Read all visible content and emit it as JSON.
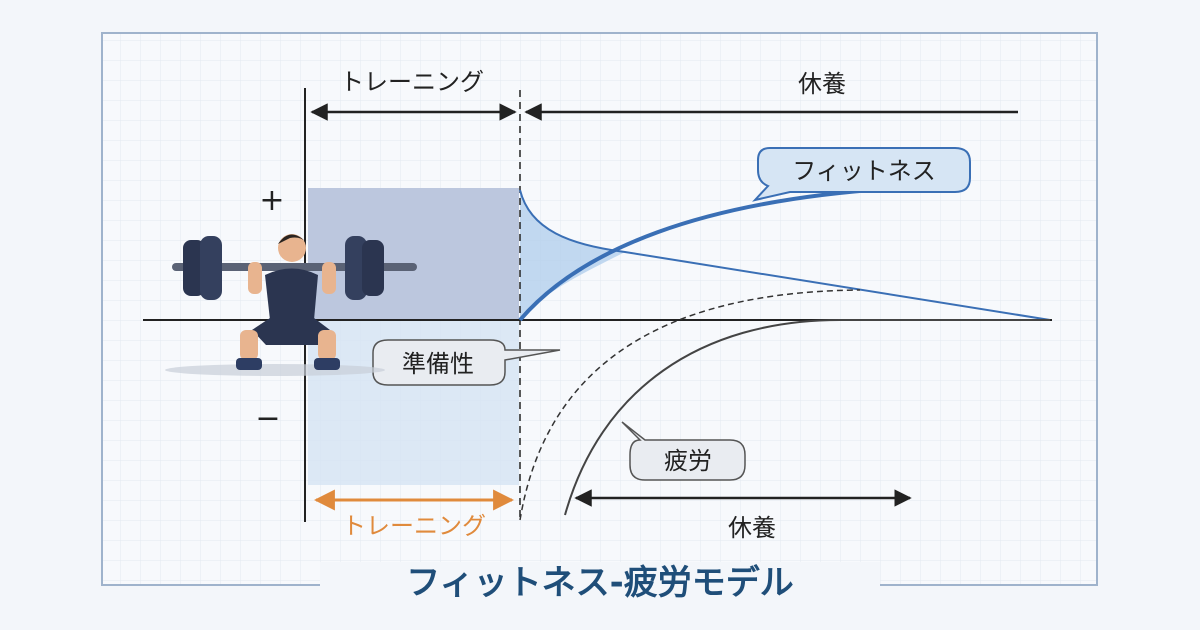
{
  "title": "フィットネス-疲労モデル",
  "top_labels": {
    "training": "トレーニング",
    "rest": "休養"
  },
  "axis": {
    "plus": "+",
    "minus": "−"
  },
  "callouts": {
    "fitness": "フィットネス",
    "readiness": "準備性",
    "fatigue": "疲労"
  },
  "bottom_labels": {
    "training": "トレーニング",
    "rest": "休養"
  },
  "colors": {
    "fitness": "#3a6fb5",
    "title": "#1f4e79",
    "training_arrow": "#e08a3c",
    "fatigue": "#444444"
  }
}
